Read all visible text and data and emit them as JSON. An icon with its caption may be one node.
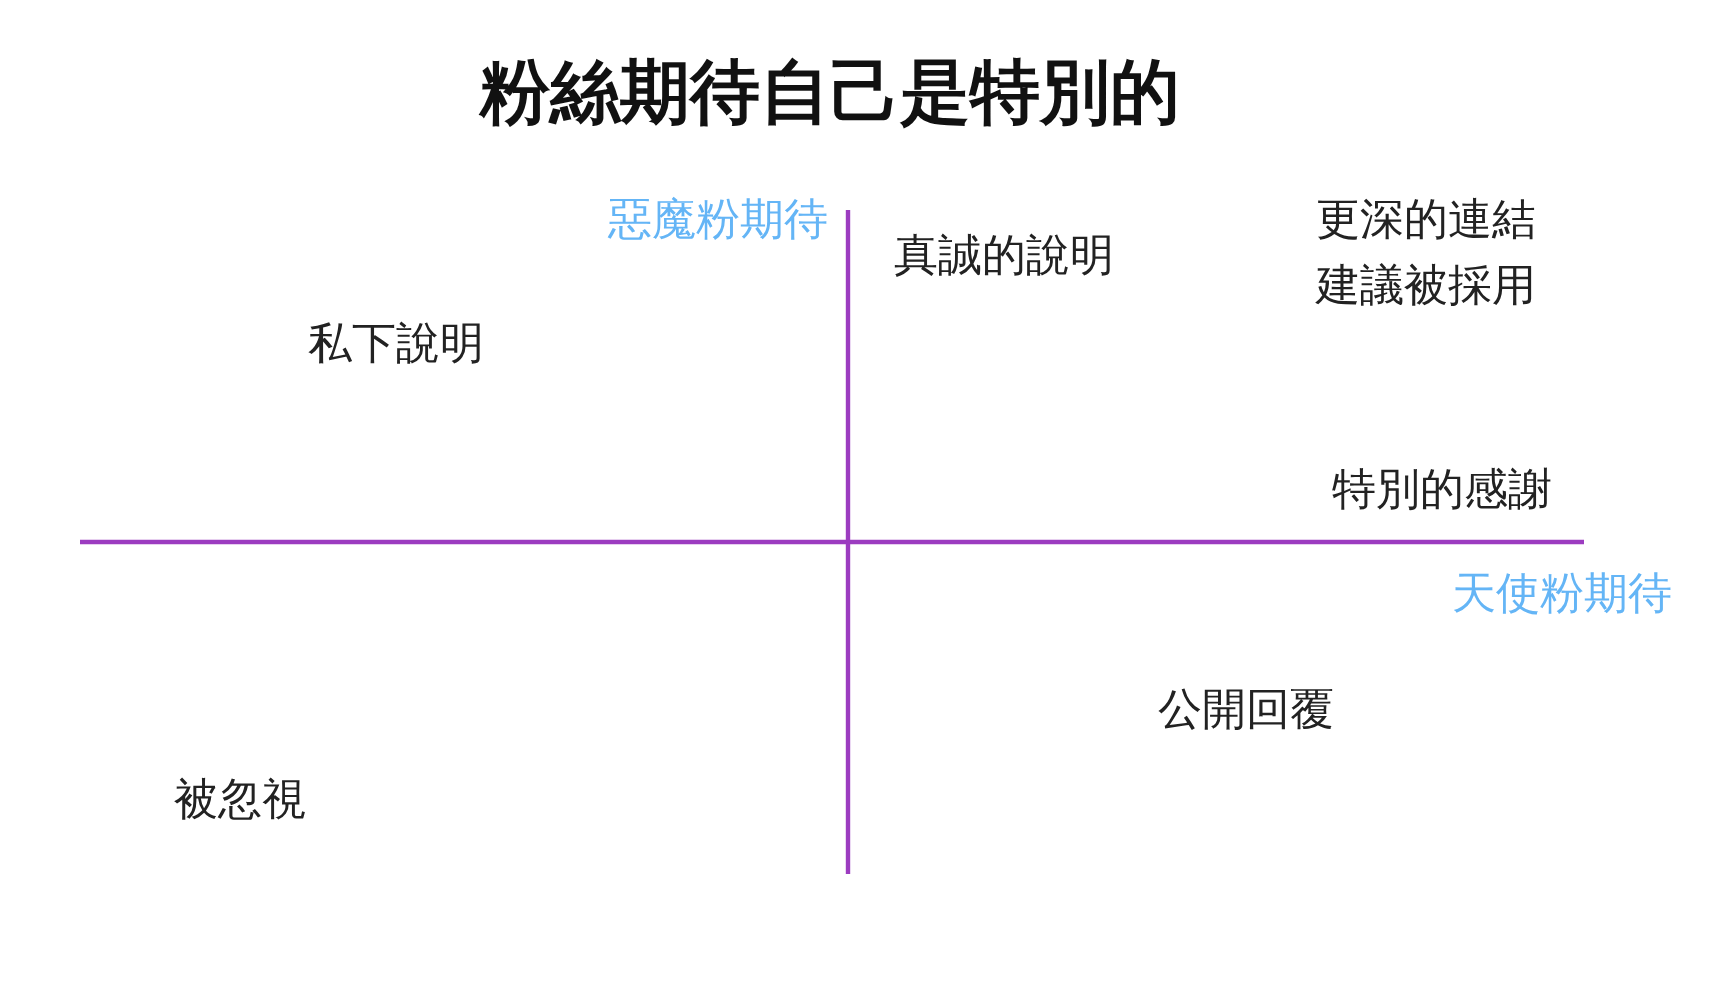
{
  "diagram": {
    "title": "粉絲期待自己是特別的",
    "labels": [
      "惡魔粉期待",
      "真誠的說明",
      "更深的連結",
      "建議被採用",
      "私下說明",
      "特別的感謝",
      "天使粉期待",
      "公開回覆",
      "被忽視"
    ]
  }
}
